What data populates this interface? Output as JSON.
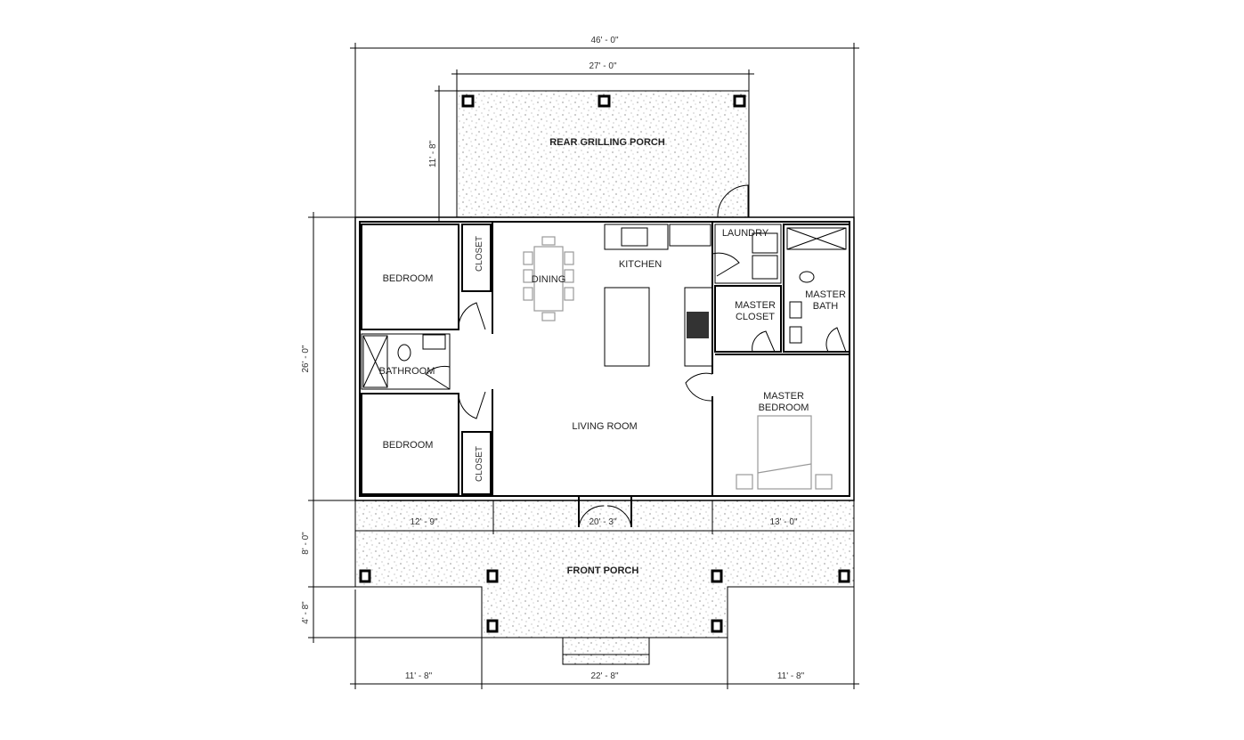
{
  "rooms": {
    "rear_porch": "REAR GRILLING PORCH",
    "bedroom_upper": "BEDROOM",
    "closet_upper": "CLOSET",
    "dining": "DINING",
    "kitchen": "KITCHEN",
    "laundry": "LAUNDRY",
    "master_closet_1": "MASTER",
    "master_closet_2": "CLOSET",
    "master_bath_1": "MASTER",
    "master_bath_2": "BATH",
    "bathroom": "BATHROOM",
    "living_room": "LIVING ROOM",
    "master_bedroom_1": "MASTER",
    "master_bedroom_2": "BEDROOM",
    "bedroom_lower": "BEDROOM",
    "closet_lower": "CLOSET",
    "front_porch": "FRONT PORCH"
  },
  "dimensions": {
    "overall_width": "46' - 0\"",
    "rear_porch_width": "27' - 0\"",
    "rear_porch_depth": "11' - 8\"",
    "house_depth": "26' - 0\"",
    "left_wing": "12' - 9\"",
    "center": "20' - 3\"",
    "right_wing": "13' - 0\"",
    "front_porch_depth": "8' - 0\"",
    "front_porch_bump": "4' - 8\"",
    "bottom_left": "11' - 8\"",
    "bottom_center": "22' - 8\"",
    "bottom_right": "11' - 8\""
  }
}
